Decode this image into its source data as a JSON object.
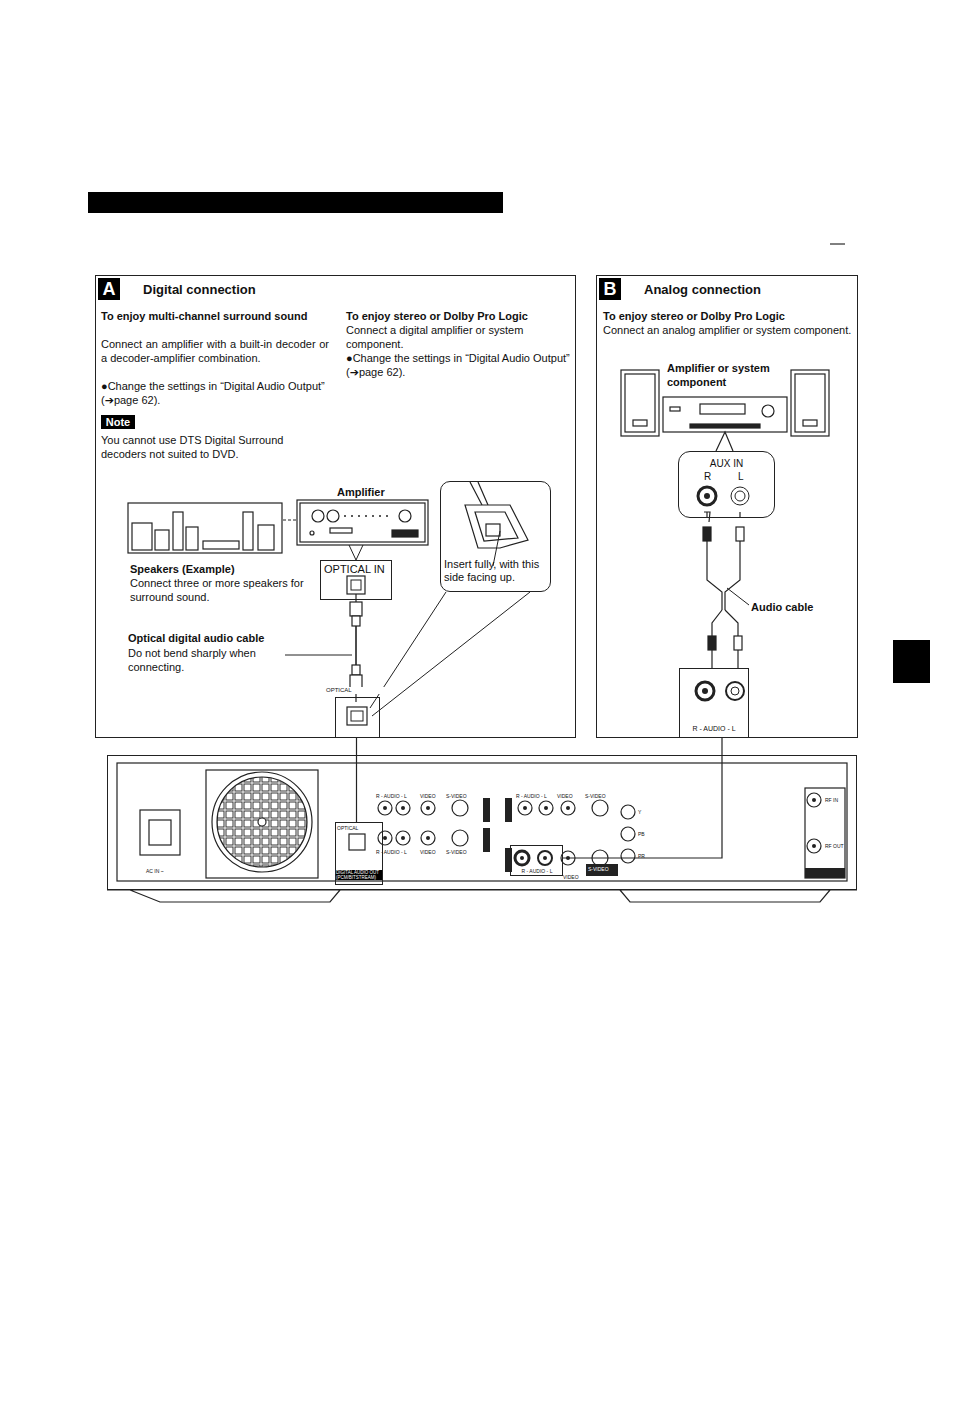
{
  "diagram": {
    "nodes": [
      {
        "text": [
          "A",
          "Digital connection",
          "To enjoy multi-channel surround sound",
          "Connect an amplifier with a built-in decoder or a decoder-amplifier combination.",
          "●Change the settings in “Digital Audio Output” (➔page 62).",
          "Note",
          "You cannot use DTS Digital Surround decoders not suited to DVD.",
          "To enjoy stereo or Dolby Pro Logic",
          "Connect a digital amplifier or system component.",
          "●Change the settings in “Digital Audio Output” (➔page 62)."
        ]
      },
      {
        "text": [
          "OPTICAL IN"
        ],
        "in": 0
      },
      {
        "text": [
          "Insert fully, with this side facing up."
        ],
        "in": 0
      },
      {
        "text": [
          "OPTICAL"
        ],
        "in": 0
      },
      {
        "text": [
          "B",
          "Analog connection",
          "To enjoy stereo or Dolby Pro Logic",
          "Connect an analog amplifier or system component."
        ]
      },
      {
        "text": [
          "AUX IN",
          "R",
          "L"
        ],
        "in": 4
      },
      {
        "text": [
          "R - AUDIO - L"
        ],
        "in": 4
      },
      {
        "text": [
          "AC IN ~"
        ]
      },
      {
        "text": [
          "OPTICAL",
          "DIGITAL AUDIO OUT (PCM/BITSTREAM)"
        ],
        "in": 7
      },
      {
        "text": [
          "R - AUDIO - L"
        ],
        "in": 7
      }
    ],
    "edges": [
      {
        "from": 3,
        "to": 8,
        "arrow": "none"
      },
      {
        "from": 6,
        "to": 9,
        "arrow": "none"
      }
    ],
    "labels": [
      "Amplifier",
      "Speakers (Example)",
      "Connect three or more speakers for surround sound.",
      "Optical digital audio cable",
      "Do not bend sharply when connecting.",
      "Amplifier or system component",
      "Audio cable",
      "R - AUDIO - L",
      "VIDEO",
      "S-VIDEO",
      "R - AUDIO - L",
      "VIDEO",
      "S-VIDEO",
      "R - AUDIO - L",
      "VIDEO",
      "S-VIDEO",
      "VIDEO",
      "S-VIDEO",
      "Y",
      "PB",
      "PR",
      "RF IN",
      "RF OUT"
    ]
  }
}
